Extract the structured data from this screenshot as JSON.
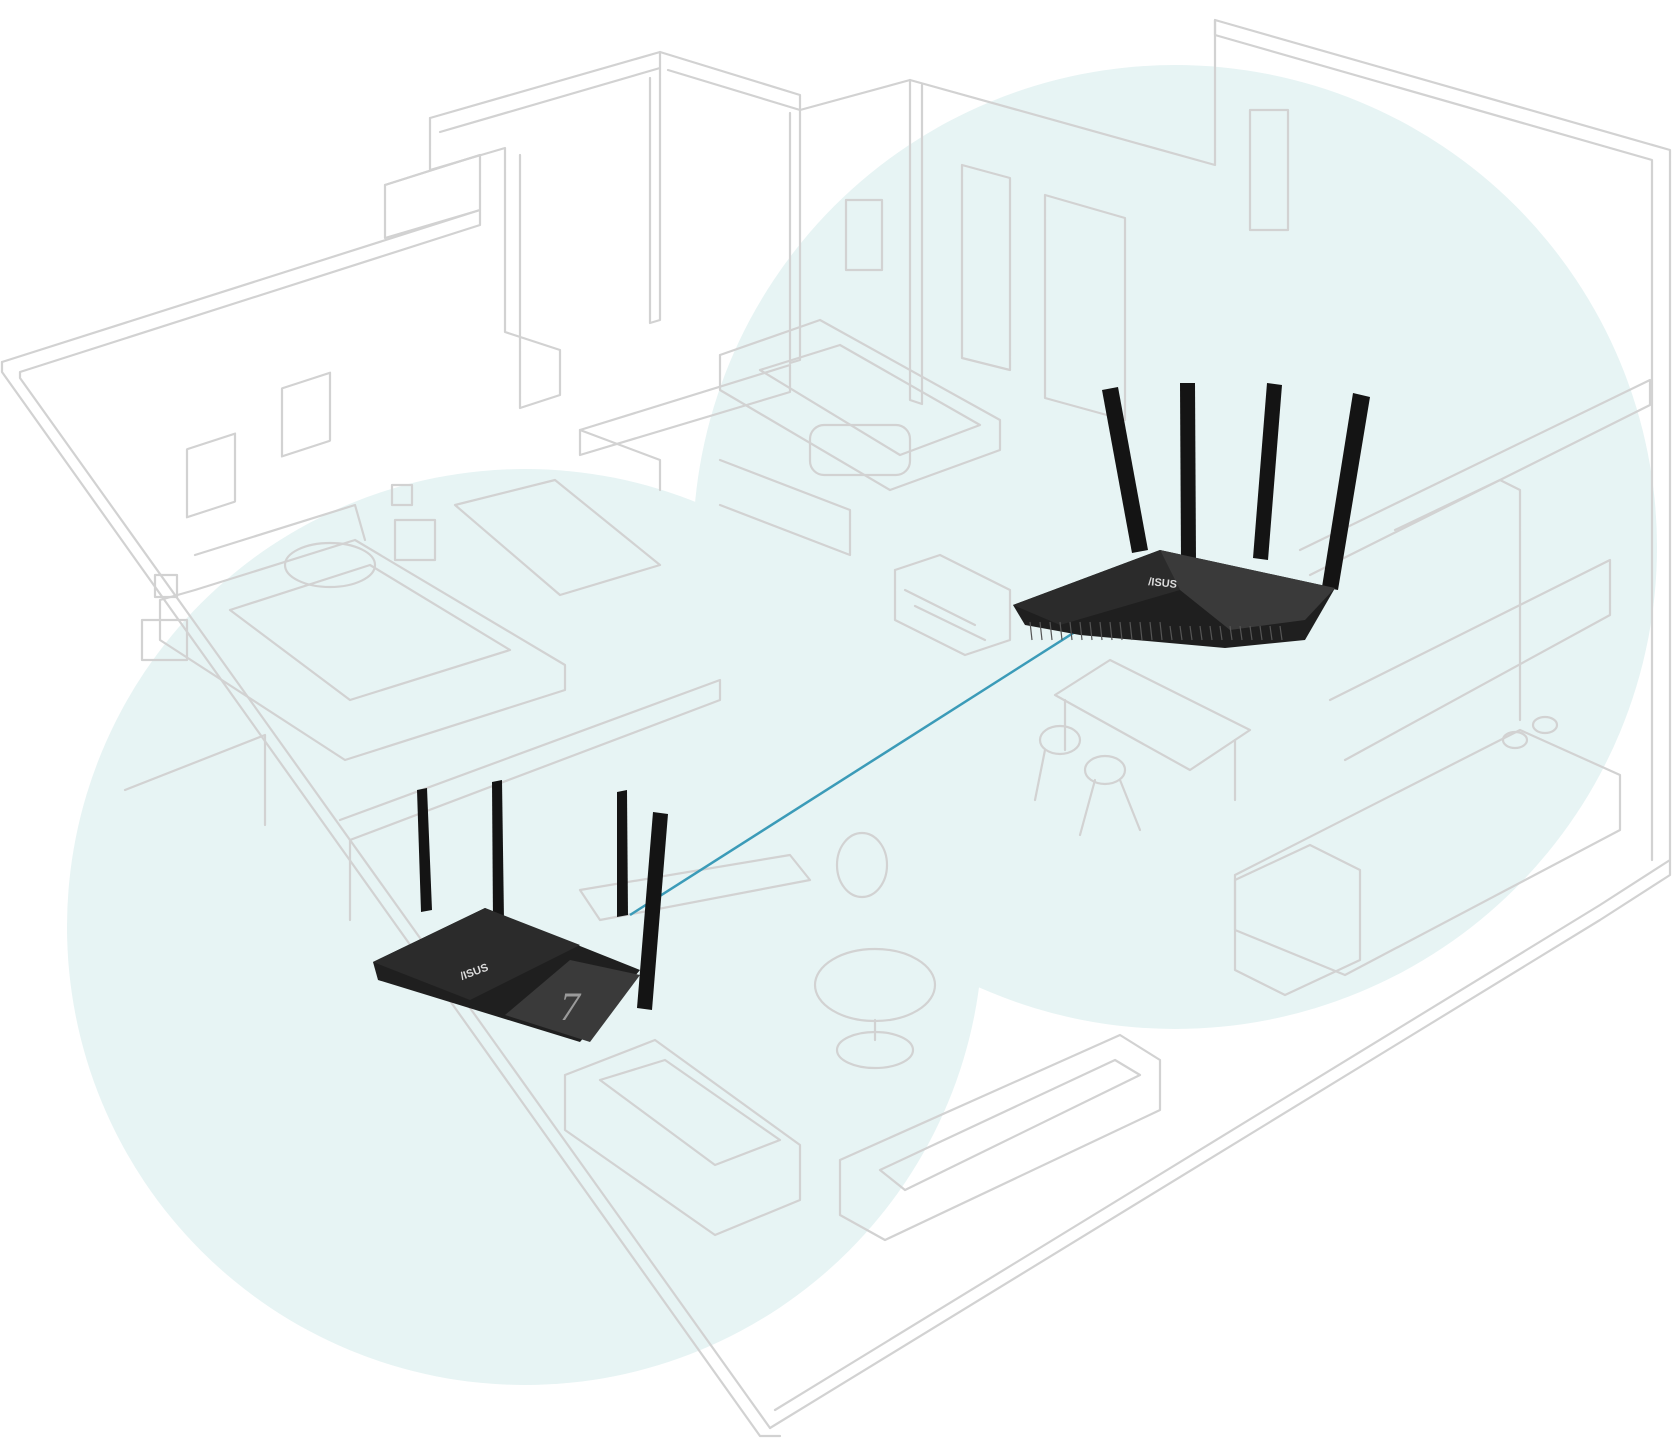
{
  "colors": {
    "background": "#ffffff",
    "coverage_fill": "#e7f4f4",
    "floorplan_line": "#d2d2d2",
    "backhaul_link": "#3b9bb8",
    "router_body": "#1f1f1f",
    "router_top": "#2b2b2b",
    "antenna": "#141414"
  },
  "routers": [
    {
      "id": "primary-router",
      "brand_label": "/ISUS",
      "model_badge": "7",
      "antenna_count": 4
    },
    {
      "id": "node-router",
      "brand_label": "/ISUS",
      "antenna_count": 4
    }
  ],
  "coverage_zones": [
    {
      "id": "primary-coverage",
      "router": "primary-router"
    },
    {
      "id": "node-coverage",
      "router": "node-router"
    }
  ],
  "connection": {
    "type": "backhaul-link",
    "from": "primary-router",
    "to": "node-router"
  },
  "icons": [
    "router-icon",
    "antenna-icon"
  ]
}
